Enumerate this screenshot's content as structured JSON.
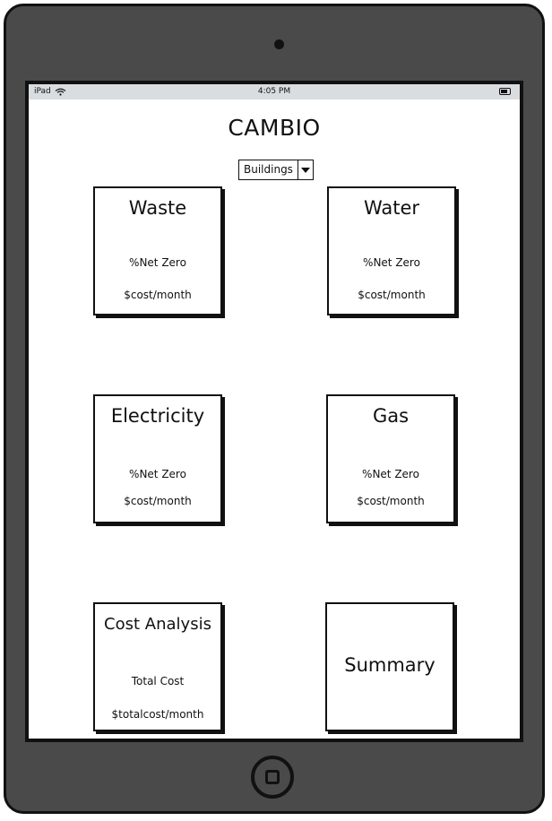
{
  "status_bar": {
    "device": "iPad",
    "time": "4:05 PM"
  },
  "app_title": "CAMBIO",
  "dropdown": {
    "selected": "Buildings"
  },
  "cards": {
    "waste": {
      "title": "Waste",
      "line1": "%Net Zero",
      "line2": "$cost/month"
    },
    "water": {
      "title": "Water",
      "line1": "%Net Zero",
      "line2": "$cost/month"
    },
    "electricity": {
      "title": "Electricity",
      "line1": "%Net Zero",
      "line2": "$cost/month"
    },
    "gas": {
      "title": "Gas",
      "line1": "%Net Zero",
      "line2": "$cost/month"
    },
    "cost_analysis": {
      "title": "Cost Analysis",
      "line1": "Total Cost",
      "line2": "$totalcost/month"
    },
    "summary": {
      "title": "Summary"
    }
  },
  "icons": {
    "wifi": "wifi-icon",
    "battery": "battery-icon",
    "camera": "camera-icon",
    "home": "home-button-icon",
    "dropdown": "chevron-down-icon"
  }
}
